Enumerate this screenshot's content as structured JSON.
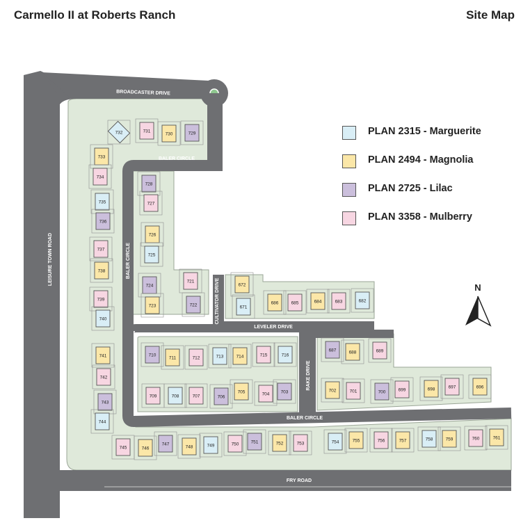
{
  "header": {
    "title": "Carmello II at Roberts Ranch",
    "subtitle": "Site Map"
  },
  "colors": {
    "road": "#6e6f72",
    "green": "#dfe9da",
    "lot_line": "#8f8f8f",
    "marguerite": "#d9eef6",
    "magnolia": "#fbe7a8",
    "lilac": "#cbbfdc",
    "mulberry": "#f7d6e2"
  },
  "legend": [
    {
      "label": "PLAN 2315 - Marguerite",
      "color": "#d9eef6",
      "plan": "marguerite"
    },
    {
      "label": "PLAN 2494 - Magnolia",
      "color": "#fbe7a8",
      "plan": "magnolia"
    },
    {
      "label": "PLAN 2725 - Lilac",
      "color": "#cbbfdc",
      "plan": "lilac"
    },
    {
      "label": "PLAN 3358 - Mulberry",
      "color": "#f7d6e2",
      "plan": "mulberry"
    }
  ],
  "north_label": "N",
  "streets": {
    "broadcaster": "BROADCASTER DRIVE",
    "baler_top": "BALER CIRCLE",
    "baler_left": "BALER CIRCLE",
    "baler_bottom": "BALER CIRCLE",
    "leisure": "LEISURE TOWN ROAD",
    "cultivator": "CULTIVATOR DRIVE",
    "leveler": "LEVELER DRIVE",
    "rake": "RAKE DRIVE",
    "fry": "FRY ROAD"
  },
  "lots": [
    {
      "n": "732",
      "plan": "marguerite"
    },
    {
      "n": "731",
      "plan": "mulberry"
    },
    {
      "n": "730",
      "plan": "magnolia"
    },
    {
      "n": "729",
      "plan": "lilac"
    },
    {
      "n": "733",
      "plan": "magnolia"
    },
    {
      "n": "734",
      "plan": "mulberry"
    },
    {
      "n": "735",
      "plan": "marguerite"
    },
    {
      "n": "736",
      "plan": "lilac"
    },
    {
      "n": "737",
      "plan": "mulberry"
    },
    {
      "n": "738",
      "plan": "magnolia"
    },
    {
      "n": "739",
      "plan": "mulberry"
    },
    {
      "n": "740",
      "plan": "marguerite"
    },
    {
      "n": "741",
      "plan": "magnolia"
    },
    {
      "n": "742",
      "plan": "mulberry"
    },
    {
      "n": "743",
      "plan": "lilac"
    },
    {
      "n": "744",
      "plan": "marguerite"
    },
    {
      "n": "728",
      "plan": "lilac"
    },
    {
      "n": "727",
      "plan": "mulberry"
    },
    {
      "n": "726",
      "plan": "magnolia"
    },
    {
      "n": "725",
      "plan": "marguerite"
    },
    {
      "n": "724",
      "plan": "lilac"
    },
    {
      "n": "723",
      "plan": "magnolia"
    },
    {
      "n": "721",
      "plan": "mulberry"
    },
    {
      "n": "722",
      "plan": "lilac"
    },
    {
      "n": "672",
      "plan": "magnolia"
    },
    {
      "n": "671",
      "plan": "marguerite"
    },
    {
      "n": "686",
      "plan": "magnolia"
    },
    {
      "n": "685",
      "plan": "mulberry"
    },
    {
      "n": "684",
      "plan": "magnolia"
    },
    {
      "n": "683",
      "plan": "mulberry"
    },
    {
      "n": "682",
      "plan": "marguerite"
    },
    {
      "n": "710",
      "plan": "lilac"
    },
    {
      "n": "711",
      "plan": "magnolia"
    },
    {
      "n": "712",
      "plan": "mulberry"
    },
    {
      "n": "713",
      "plan": "marguerite"
    },
    {
      "n": "714",
      "plan": "magnolia"
    },
    {
      "n": "715",
      "plan": "mulberry"
    },
    {
      "n": "716",
      "plan": "marguerite"
    },
    {
      "n": "709",
      "plan": "mulberry"
    },
    {
      "n": "708",
      "plan": "marguerite"
    },
    {
      "n": "707",
      "plan": "mulberry"
    },
    {
      "n": "706",
      "plan": "lilac"
    },
    {
      "n": "705",
      "plan": "magnolia"
    },
    {
      "n": "704",
      "plan": "mulberry"
    },
    {
      "n": "703",
      "plan": "lilac"
    },
    {
      "n": "687",
      "plan": "lilac"
    },
    {
      "n": "688",
      "plan": "magnolia"
    },
    {
      "n": "689",
      "plan": "mulberry"
    },
    {
      "n": "702",
      "plan": "magnolia"
    },
    {
      "n": "701",
      "plan": "mulberry"
    },
    {
      "n": "700",
      "plan": "lilac"
    },
    {
      "n": "699",
      "plan": "mulberry"
    },
    {
      "n": "698",
      "plan": "magnolia"
    },
    {
      "n": "697",
      "plan": "mulberry"
    },
    {
      "n": "696",
      "plan": "magnolia"
    },
    {
      "n": "745",
      "plan": "mulberry"
    },
    {
      "n": "746",
      "plan": "magnolia"
    },
    {
      "n": "747",
      "plan": "lilac"
    },
    {
      "n": "748",
      "plan": "magnolia"
    },
    {
      "n": "749",
      "plan": "marguerite"
    },
    {
      "n": "750",
      "plan": "mulberry"
    },
    {
      "n": "751",
      "plan": "lilac"
    },
    {
      "n": "752",
      "plan": "magnolia"
    },
    {
      "n": "753",
      "plan": "mulberry"
    },
    {
      "n": "754",
      "plan": "marguerite"
    },
    {
      "n": "755",
      "plan": "magnolia"
    },
    {
      "n": "756",
      "plan": "mulberry"
    },
    {
      "n": "757",
      "plan": "magnolia"
    },
    {
      "n": "758",
      "plan": "marguerite"
    },
    {
      "n": "759",
      "plan": "magnolia"
    },
    {
      "n": "760",
      "plan": "mulberry"
    },
    {
      "n": "761",
      "plan": "magnolia"
    }
  ]
}
